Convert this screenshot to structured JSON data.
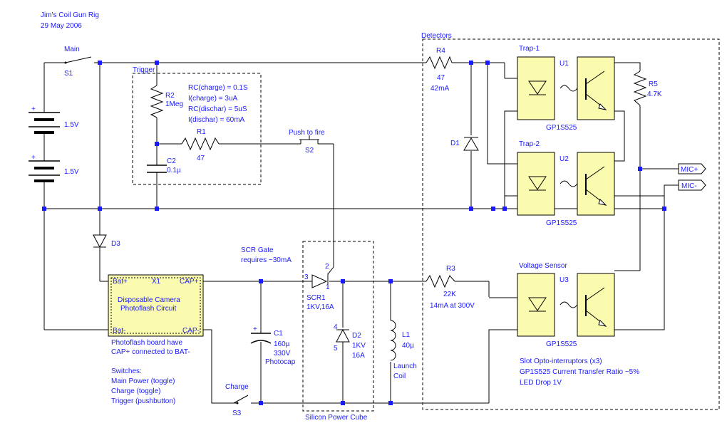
{
  "header": {
    "title": "Jim's Coil Gun Rig",
    "date": "29 May 2006"
  },
  "switches": {
    "s1": {
      "name": "Main",
      "ref": "S1"
    },
    "s2": {
      "name": "Push to fire",
      "ref": "S2"
    },
    "s3": {
      "name": "Charge",
      "ref": "S3"
    }
  },
  "batteries": {
    "b1_voltage": "1.5V",
    "b2_voltage": "1.5V",
    "plus": "+"
  },
  "trigger": {
    "label": "Trigger",
    "notes": [
      "RC(charge) = 0.1S",
      "I(charge) = 3uA",
      "RC(dischar) = 5uS",
      "I(dischar) = 60mA"
    ],
    "r2_ref": "R2",
    "r2_value": "1Meg",
    "r1_ref": "R1",
    "r1_value": "47",
    "c2_ref": "C2",
    "c2_value": "0.1µ"
  },
  "d3_ref": "D3",
  "camera": {
    "ref": "X1",
    "bat_plus": "Bat+",
    "bat_minus": "Bat-",
    "cap_plus": "CAP+",
    "cap_minus": "CAP-",
    "title_line1": "Disposable Camera",
    "title_line2": "Photoflash Circuit",
    "note_line1": "Photoflash board have",
    "note_line2": "CAP+ connected to BAT-"
  },
  "switches_note": {
    "heading": "Switches:",
    "items": [
      "Main Power (toggle)",
      "Charge (toggle)",
      "Trigger (pushbutton)"
    ]
  },
  "scr_gate_note": {
    "line1": "SCR Gate",
    "line2": "requires ~30mA"
  },
  "c1": {
    "ref": "C1",
    "value": "160µ",
    "voltage": "330V",
    "type": "Photocap",
    "plus": "+"
  },
  "scr1": {
    "ref": "SCR1",
    "rating": "1KV,16A",
    "pin1": "1",
    "pin2": "2",
    "pin3": "3"
  },
  "d2": {
    "ref": "D2",
    "voltage": "1KV",
    "current": "16A",
    "pin4": "4",
    "pin5": "5"
  },
  "power_cube_label": "Silicon Power Cube",
  "l1": {
    "ref": "L1",
    "value": "40µ",
    "name_line1": "Launch",
    "name_line2": "Coil"
  },
  "r3": {
    "ref": "R3",
    "value": "22K",
    "note": "14mA at 300V"
  },
  "detectors": {
    "label": "Detectors"
  },
  "r4": {
    "ref": "R4",
    "value": "47",
    "current": "42mA"
  },
  "d1_ref": "D1",
  "r5": {
    "ref": "R5",
    "value": "4.7K"
  },
  "opto": {
    "trap1": {
      "title": "Trap-1",
      "ref": "U1",
      "part": "GP1S525"
    },
    "trap2": {
      "title": "Trap-2",
      "ref": "U2",
      "part": "GP1S525"
    },
    "vsense": {
      "title": "Voltage Sensor",
      "ref": "U3",
      "part": "GP1S525"
    }
  },
  "mic": {
    "plus": "MIC+",
    "minus": "MIC-"
  },
  "opto_note": {
    "line1": "Slot Opto-interruptors (x3)",
    "line2": "GP1S525 Current Transfer Ratio ~5%",
    "line3": "LED Drop 1V"
  },
  "colors": {
    "label": "#1a1aff",
    "wire": "#000000",
    "component_fill": "#fbfbb0",
    "node": "#1a1aff"
  }
}
